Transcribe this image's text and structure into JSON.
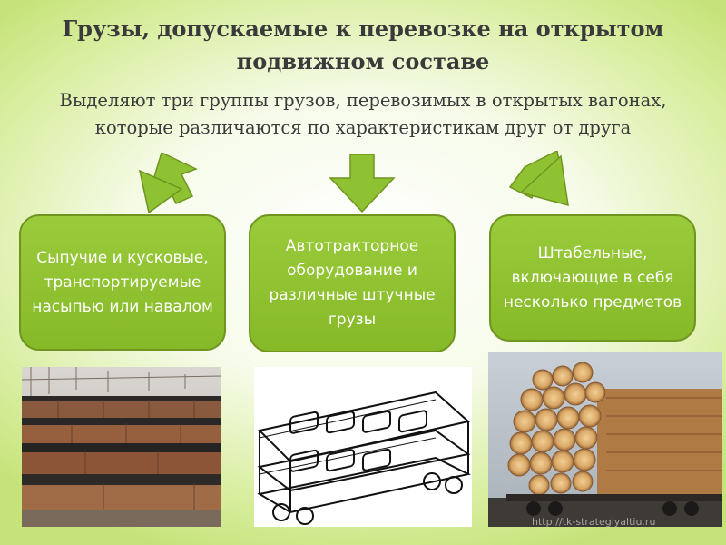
{
  "slide": {
    "title": "Грузы, допускаемые к перевозке на открытом подвижном составе",
    "subtitle": "Выделяют три группы грузов, перевозимых в открытых вагонах, которые различаются по характеристикам друг от друга"
  },
  "groups": [
    {
      "label": "Сыпучие и кусковые, транспортируемые насыпью или навалом"
    },
    {
      "label": "Автотракторное оборудование и различные штучные грузы"
    },
    {
      "label": "Штабельные, включающие в себя несколько предметов"
    }
  ],
  "photos": [
    {
      "icon": "coal-wagons-photo"
    },
    {
      "icon": "car-carrier-wagon-drawing"
    },
    {
      "icon": "timber-wagon-photo"
    }
  ],
  "watermark": "http://tk-strategiyaltiu.ru",
  "colors": {
    "box_fill": "#8fc232",
    "box_border": "#6f9520",
    "arrow_fill": "#8fc232",
    "background_edge": "#c6e37a",
    "title_text": "#3a3a3a"
  }
}
